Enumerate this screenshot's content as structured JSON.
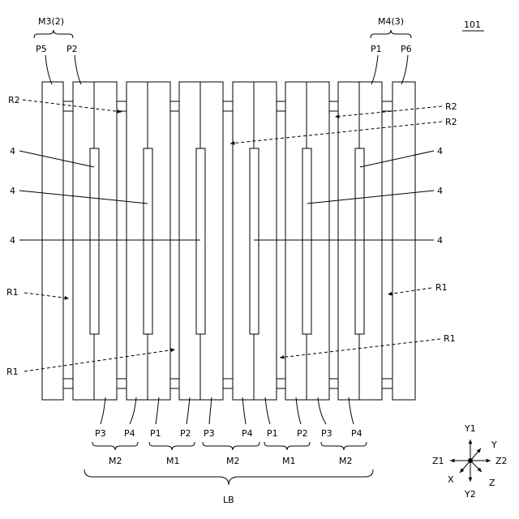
{
  "figure_number": "101",
  "top_labels": {
    "m3": "M3(2)",
    "m4": "M4(3)",
    "p5": "P5",
    "p2": "P2",
    "p1": "P1",
    "p6": "P6"
  },
  "side_labels": {
    "r2": "R2",
    "r1": "R1",
    "hole": "4"
  },
  "bottom_pads": [
    "P3",
    "P4",
    "P1",
    "P2",
    "P3",
    "P4",
    "P1",
    "P2",
    "P3",
    "P4"
  ],
  "bottom_groups": [
    "M2",
    "M1",
    "M2",
    "M1",
    "M2"
  ],
  "stack_label": "LB",
  "axes": {
    "y1": "Y1",
    "y2": "Y2",
    "z1": "Z1",
    "z2": "Z2",
    "x": "X",
    "y": "Y",
    "z": "Z"
  }
}
